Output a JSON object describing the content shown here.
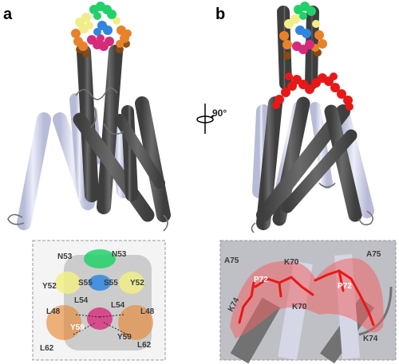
{
  "panels": {
    "a": {
      "letter": "a"
    },
    "b": {
      "letter": "b",
      "rotation_label": "90°"
    }
  },
  "inset_a": {
    "labels": {
      "n53_left": "N53",
      "n53_right": "N53",
      "y52_left": "Y52",
      "y52_right": "Y52",
      "s55_left": "S55",
      "s55_right": "S55",
      "l54_left": "L54",
      "l54_right": "L54",
      "l48_left": "L48",
      "l48_right": "L48",
      "y59_left": "Y59",
      "y59_right": "Y59",
      "l62_left": "L62",
      "l62_right": "L62"
    }
  },
  "inset_b": {
    "labels": {
      "a75_left": "A75",
      "a75_right": "A75",
      "k70_top": "K70",
      "k70_bottom": "K70",
      "p72_left": "P72",
      "p72_right": "P72",
      "k74_left": "K74",
      "k74_right": "K74"
    }
  },
  "colors": {
    "helix_dark": "#5a5a5a",
    "helix_light": "#d6d8ec",
    "green": "#22d06a",
    "yellow": "#f0ee86",
    "blue": "#2f86e0",
    "magenta": "#d82a7a",
    "orange": "#e8822a",
    "red": "#e81818"
  }
}
